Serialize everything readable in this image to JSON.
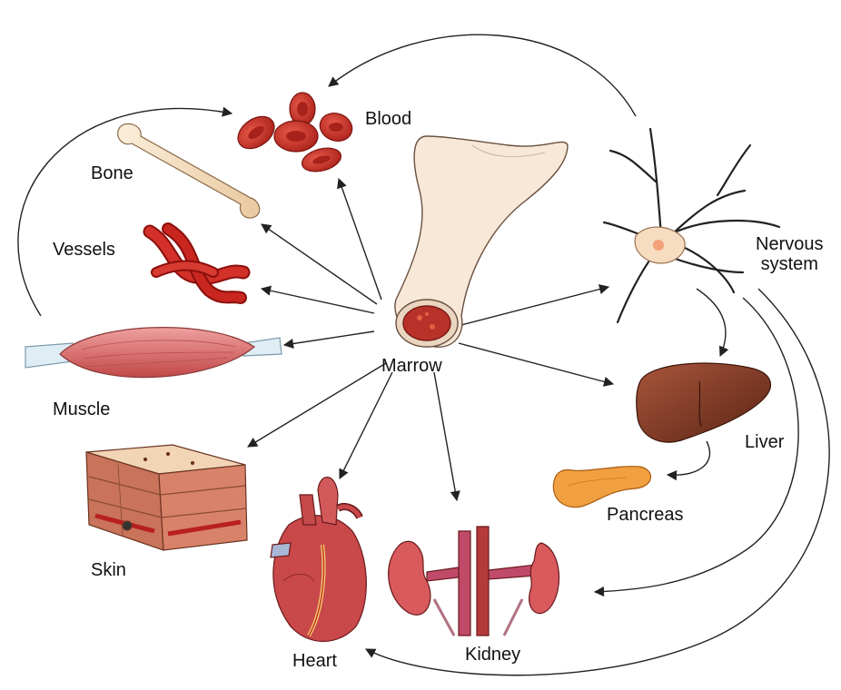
{
  "labels": {
    "marrow": "Marrow",
    "blood": "Blood",
    "bone": "Bone",
    "vessels": "Vessels",
    "muscle": "Muscle",
    "skin": "Skin",
    "heart": "Heart",
    "kidney": "Kidney",
    "pancreas": "Pancreas",
    "liver": "Liver",
    "nervous_line1": "Nervous",
    "nervous_line2": "system"
  },
  "colors": {
    "blood": "#c8302a",
    "bone": "#f7e3c8",
    "vessels": "#c4241f",
    "muscle": "#e07a7a",
    "skin": "#d9826a",
    "heart": "#c9484a",
    "kidney": "#d85a5c",
    "liver": "#7a3524",
    "pancreas": "#f0a040",
    "neuron": "#f6dcc0",
    "arrow": "#222222"
  }
}
